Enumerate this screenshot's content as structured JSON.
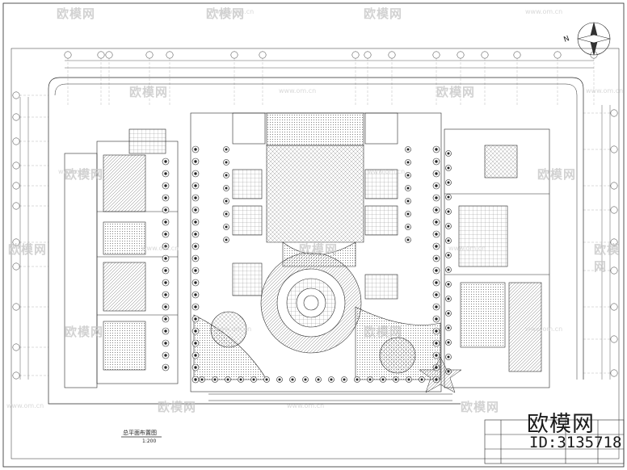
{
  "drawing": {
    "title": "总平面布置图",
    "scale": "1:200",
    "north_label": "N"
  },
  "watermark": {
    "brand": "欧模网",
    "url": "www.om.cn"
  },
  "stamp": {
    "brand": "欧模网",
    "id": "ID:3135718"
  },
  "colors": {
    "line": "#2a2a2a",
    "watermark": "#c4c4c4"
  },
  "icons": [
    "north-arrow-icon"
  ]
}
